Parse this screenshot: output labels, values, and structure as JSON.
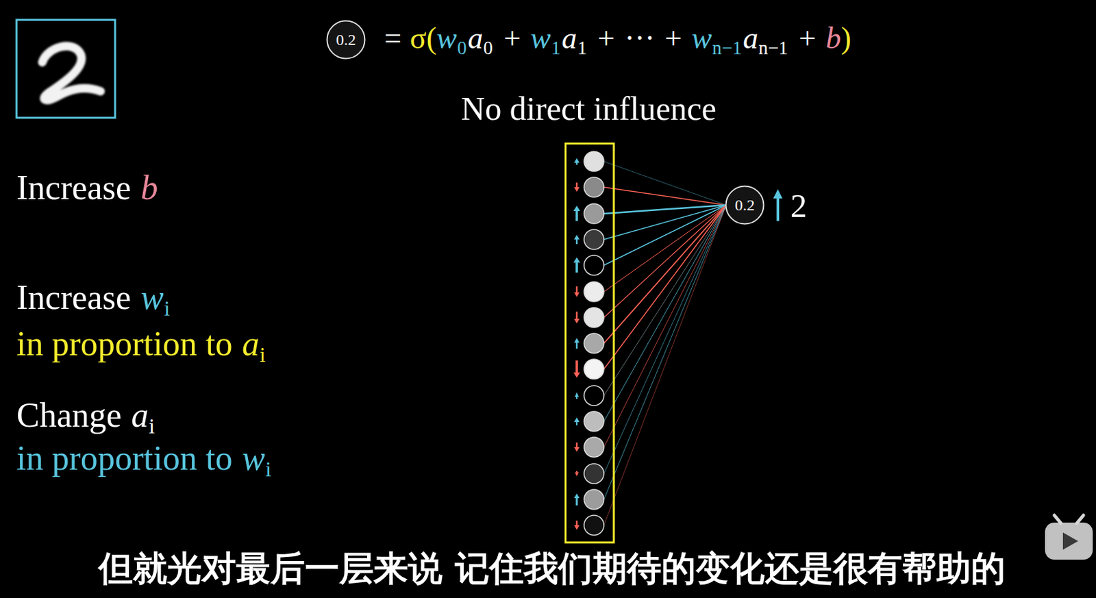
{
  "diagram": {
    "nodes": [
      {
        "text": [
          "0.2"
        ]
      },
      {
        "text": [
          "0.2"
        ]
      }
    ],
    "labels": [
      "=",
      "σ(",
      "w",
      "0",
      "a",
      "0",
      "+",
      "w",
      "1",
      "a",
      "1",
      "+",
      "···",
      "+",
      "w",
      "n−1",
      "a",
      "n−1",
      "+",
      "b",
      ")",
      "No direct influence",
      "Increase",
      "b",
      "Increase",
      "w",
      "i",
      "in proportion to",
      "a",
      "i",
      "Change",
      "a",
      "i",
      "in proportion to",
      "w",
      "i",
      "2",
      "但就光对最后一层来说 记住我们期待的变化还是很有帮助的"
    ]
  }
}
